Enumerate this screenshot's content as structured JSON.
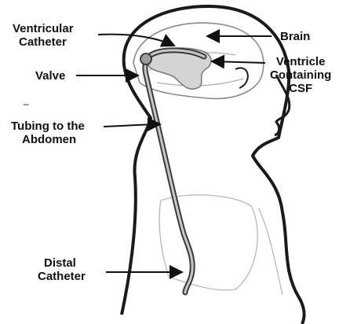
{
  "diagram": {
    "labels": {
      "ventricular_catheter": [
        "Ventricular",
        "Catheter"
      ],
      "valve": "Valve",
      "tubing": [
        "Tubing to the",
        "Abdomen"
      ],
      "distal_catheter": [
        "Distal",
        "Catheter"
      ],
      "brain": "Brain",
      "ventricle_csf": [
        "Ventricle",
        "Containing",
        "CSF"
      ],
      "dash": "–"
    },
    "colors": {
      "outline": "#1a1a1a",
      "ventricle_fill": "#d4d4d4",
      "tube_outer": "#3a3a3a",
      "tube_inner": "#c8c8c8",
      "arrow": "#111111"
    }
  }
}
